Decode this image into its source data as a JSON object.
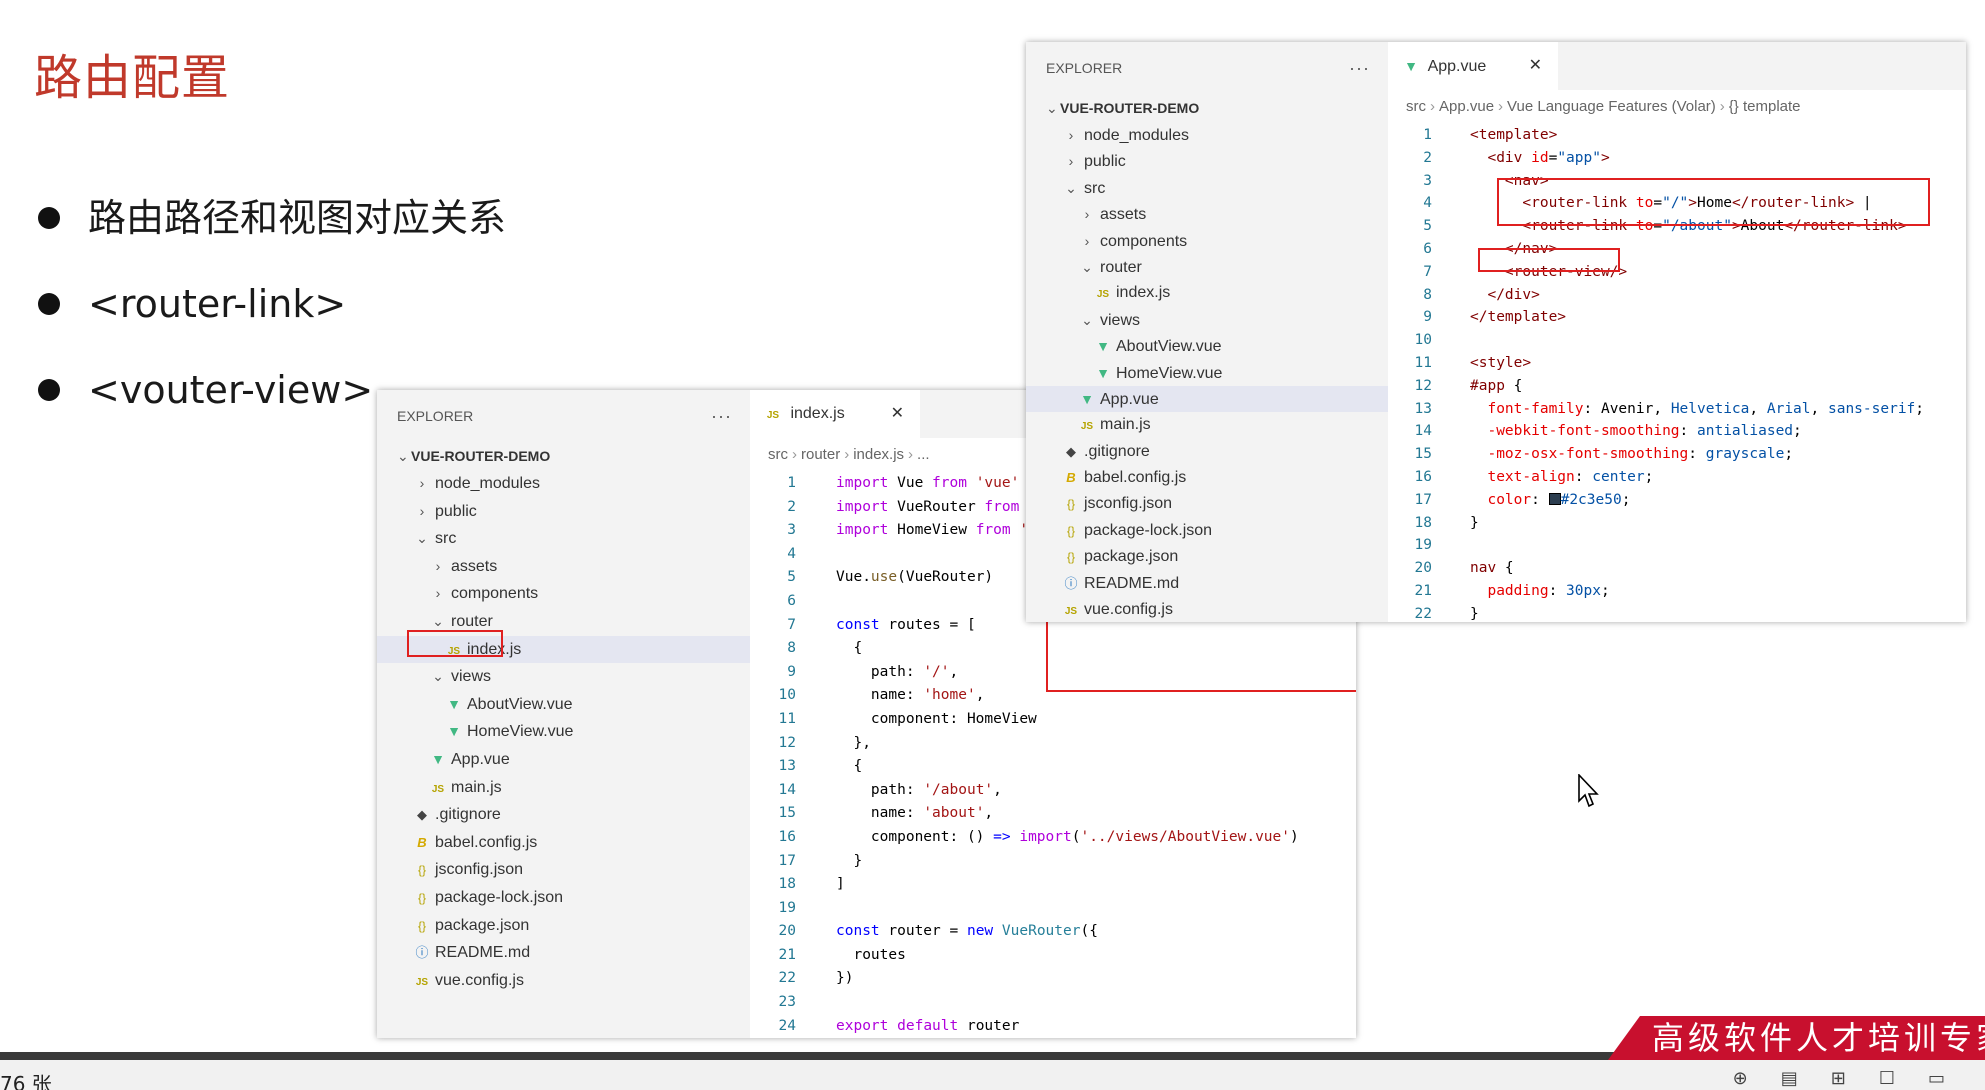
{
  "slide": {
    "title": "路由配置",
    "bullets": [
      "路由路径和视图对应关系",
      "<router-link>",
      "<vouter-view>"
    ]
  },
  "window_index": {
    "explorer_title": "EXPLORER",
    "explorer_more": "···",
    "project": "VUE-ROUTER-DEMO",
    "tree": [
      {
        "label": "node_modules",
        "icon": "chevron-right-icon",
        "glyph": "›",
        "indent": 1
      },
      {
        "label": "public",
        "icon": "chevron-right-icon",
        "glyph": "›",
        "indent": 1
      },
      {
        "label": "src",
        "icon": "chevron-down-icon",
        "glyph": "⌄",
        "indent": 1
      },
      {
        "label": "assets",
        "icon": "chevron-right-icon",
        "glyph": "›",
        "indent": 2
      },
      {
        "label": "components",
        "icon": "chevron-right-icon",
        "glyph": "›",
        "indent": 2
      },
      {
        "label": "router",
        "icon": "chevron-down-icon",
        "glyph": "⌄",
        "indent": 2
      },
      {
        "label": "index.js",
        "icon": "js-file-icon",
        "glyph": "JS",
        "indent": 3,
        "selected": true
      },
      {
        "label": "views",
        "icon": "chevron-down-icon",
        "glyph": "⌄",
        "indent": 2
      },
      {
        "label": "AboutView.vue",
        "icon": "vue-file-icon",
        "glyph": "▼",
        "indent": 3
      },
      {
        "label": "HomeView.vue",
        "icon": "vue-file-icon",
        "glyph": "▼",
        "indent": 3
      },
      {
        "label": "App.vue",
        "icon": "vue-file-icon",
        "glyph": "▼",
        "indent": 2
      },
      {
        "label": "main.js",
        "icon": "js-file-icon",
        "glyph": "JS",
        "indent": 2
      },
      {
        "label": ".gitignore",
        "icon": "git-icon",
        "glyph": "◆",
        "indent": 1
      },
      {
        "label": "babel.config.js",
        "icon": "babel-icon",
        "glyph": "B",
        "indent": 1
      },
      {
        "label": "jsconfig.json",
        "icon": "json-file-icon",
        "glyph": "{}",
        "indent": 1
      },
      {
        "label": "package-lock.json",
        "icon": "json-file-icon",
        "glyph": "{}",
        "indent": 1
      },
      {
        "label": "package.json",
        "icon": "json-file-icon",
        "glyph": "{}",
        "indent": 1
      },
      {
        "label": "README.md",
        "icon": "info-icon",
        "glyph": "ⓘ",
        "indent": 1
      },
      {
        "label": "vue.config.js",
        "icon": "js-file-icon",
        "glyph": "JS",
        "indent": 1
      }
    ],
    "tab_label": "index.js",
    "tab_icon": "JS",
    "tab_close": "✕",
    "breadcrumb": [
      "src",
      "router",
      "index.js",
      "..."
    ],
    "code": [
      "<span class=\"kw2\">import</span> Vue <span class=\"kw2\">from</span> <span class=\"str\">'vue'</span>",
      "<span class=\"kw2\">import</span> VueRouter <span class=\"kw2\">from</span> <span class=\"str\">'vue-router'</span>",
      "<span class=\"kw2\">import</span> HomeView <span class=\"kw2\">from</span> <span class=\"str\">'../views/HomeView.vue'</span>",
      "",
      "Vue.<span class=\"fn\">use</span>(VueRouter)",
      "",
      "<span class=\"kw\">const</span> routes = [",
      "  {",
      "    path: <span class=\"str\">'/'</span>,",
      "    name: <span class=\"str\">'home'</span>,",
      "    component: HomeView",
      "  },",
      "  {",
      "    path: <span class=\"str\">'/about'</span>,",
      "    name: <span class=\"str\">'about'</span>,",
      "    component: () <span class=\"kw\">=&gt;</span> <span class=\"kw2\">import</span>(<span class=\"str\">'../views/AboutView.vue'</span>)",
      "  }",
      "]",
      "",
      "<span class=\"kw\">const</span> router = <span class=\"kw\">new</span> <span class=\"cls\">VueRouter</span>({",
      "  routes",
      "})",
      "",
      "<span class=\"kw2\">export</span> <span class=\"kw2\">default</span> router"
    ]
  },
  "window_app": {
    "explorer_title": "EXPLORER",
    "explorer_more": "···",
    "project": "VUE-ROUTER-DEMO",
    "tree": [
      {
        "label": "node_modules",
        "icon": "chevron-right-icon",
        "glyph": "›",
        "indent": 1
      },
      {
        "label": "public",
        "icon": "chevron-right-icon",
        "glyph": "›",
        "indent": 1
      },
      {
        "label": "src",
        "icon": "chevron-down-icon",
        "glyph": "⌄",
        "indent": 1
      },
      {
        "label": "assets",
        "icon": "chevron-right-icon",
        "glyph": "›",
        "indent": 2
      },
      {
        "label": "components",
        "icon": "chevron-right-icon",
        "glyph": "›",
        "indent": 2
      },
      {
        "label": "router",
        "icon": "chevron-down-icon",
        "glyph": "⌄",
        "indent": 2
      },
      {
        "label": "index.js",
        "icon": "js-file-icon",
        "glyph": "JS",
        "indent": 3
      },
      {
        "label": "views",
        "icon": "chevron-down-icon",
        "glyph": "⌄",
        "indent": 2
      },
      {
        "label": "AboutView.vue",
        "icon": "vue-file-icon",
        "glyph": "▼",
        "indent": 3
      },
      {
        "label": "HomeView.vue",
        "icon": "vue-file-icon",
        "glyph": "▼",
        "indent": 3
      },
      {
        "label": "App.vue",
        "icon": "vue-file-icon",
        "glyph": "▼",
        "indent": 2,
        "selected": true
      },
      {
        "label": "main.js",
        "icon": "js-file-icon",
        "glyph": "JS",
        "indent": 2
      },
      {
        "label": ".gitignore",
        "icon": "git-icon",
        "glyph": "◆",
        "indent": 1
      },
      {
        "label": "babel.config.js",
        "icon": "babel-icon",
        "glyph": "B",
        "indent": 1
      },
      {
        "label": "jsconfig.json",
        "icon": "json-file-icon",
        "glyph": "{}",
        "indent": 1
      },
      {
        "label": "package-lock.json",
        "icon": "json-file-icon",
        "glyph": "{}",
        "indent": 1
      },
      {
        "label": "package.json",
        "icon": "json-file-icon",
        "glyph": "{}",
        "indent": 1
      },
      {
        "label": "README.md",
        "icon": "info-icon",
        "glyph": "ⓘ",
        "indent": 1
      },
      {
        "label": "vue.config.js",
        "icon": "js-file-icon",
        "glyph": "JS",
        "indent": 1
      }
    ],
    "tab_label": "App.vue",
    "tab_icon": "▼",
    "tab_close": "✕",
    "breadcrumb": [
      "src",
      "App.vue",
      "Vue Language Features (Volar)",
      "{} template"
    ],
    "code": [
      "<span class=\"tag\">&lt;template&gt;</span>",
      "  <span class=\"tag\">&lt;div</span> <span class=\"attr\">id</span>=<span class=\"val\">\"app\"</span><span class=\"tag\">&gt;</span>",
      "    <span class=\"tag\">&lt;nav&gt;</span>",
      "      <span class=\"tag\">&lt;router-link</span> <span class=\"attr\">to</span>=<span class=\"val\">\"/\"</span><span class=\"tag\">&gt;</span>Home<span class=\"tag\">&lt;/router-link&gt;</span> |",
      "      <span class=\"tag\">&lt;router-link</span> <span class=\"attr\">to</span>=<span class=\"val\">\"/about\"</span><span class=\"tag\">&gt;</span>About<span class=\"tag\">&lt;/router-link&gt;</span>",
      "    <span class=\"tag\">&lt;/nav&gt;</span>",
      "    <span class=\"tag\">&lt;router-view/&gt;</span>",
      "  <span class=\"tag\">&lt;/div&gt;</span>",
      "<span class=\"tag\">&lt;/template&gt;</span>",
      "",
      "<span class=\"tag\">&lt;style&gt;</span>",
      "<span class=\"sel-c\">#app</span> {",
      "  <span class=\"prop\">font-family</span>: Avenir, <span class=\"val\">Helvetica</span>, <span class=\"val\">Arial</span>, <span class=\"val\">sans-serif</span>;",
      "  <span class=\"prop\">-webkit-font-smoothing</span>: <span class=\"val\">antialiased</span>;",
      "  <span class=\"prop\">-moz-osx-font-smoothing</span>: <span class=\"val\">grayscale</span>;",
      "  <span class=\"prop\">text-align</span>: <span class=\"val\">center</span>;",
      "  <span class=\"prop\">color</span>: <span style=\"display:inline-block;width:12px;height:12px;background:#2c3e50;border:1px solid #000;vertical-align:-1px\"></span><span class=\"val\">#2c3e50</span>;",
      "}",
      "",
      "<span class=\"sel-c\">nav</span> {",
      "  <span class=\"prop\">padding</span>: <span class=\"val\">30px</span>;",
      "}"
    ]
  },
  "bottom": {
    "count": "76 张",
    "icons": "⊕ ▤ ⊞ ☐ ▭",
    "banner": "高级软件人才培训专家"
  },
  "colors": {
    "title_red": "#c0392b",
    "highlight_red": "#e02020",
    "banner_red": "#c8102e",
    "line_number": "#237893"
  }
}
